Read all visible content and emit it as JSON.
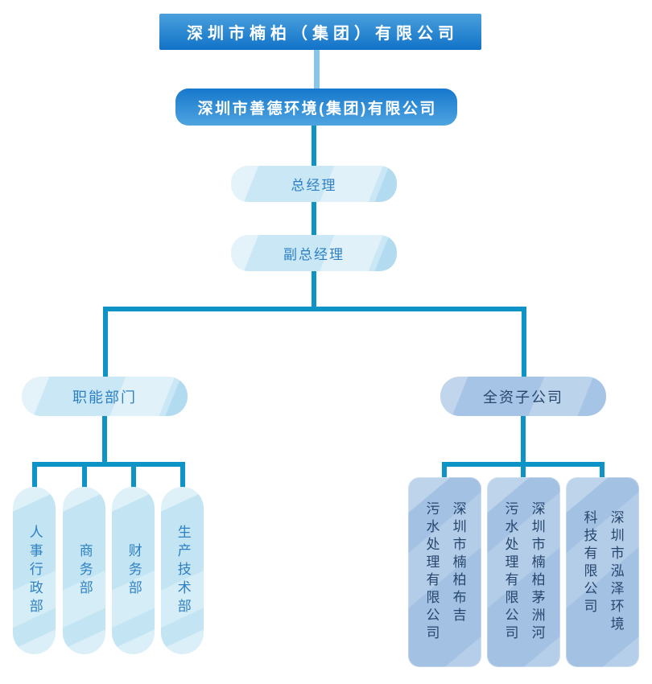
{
  "colors": {
    "connector_teal": "#0E93C7",
    "connector_light": "#85C6E9",
    "root_gradient_top": "#4AA0DC",
    "root_gradient_bottom": "#1172C8",
    "parent_gradient_top": "#1678CC",
    "parent_gradient_bottom": "#4FA4E0",
    "pill_light_fill": "#C9E7F5",
    "pill_light_text": "#2E80C3",
    "pill_dark_fill": "#A6C4E5",
    "pill_dark_text": "#27476F"
  },
  "org_chart": {
    "root_company": "深圳市楠柏（集团）有限公司",
    "parent_company": "深圳市善德环境(集团)有限公司",
    "general_manager": "总经理",
    "deputy_general_manager": "副总经理",
    "functional": {
      "label": "职能部门",
      "departments": [
        "人事行政部",
        "商务部",
        "财务部",
        "生产技术部"
      ]
    },
    "subsidiaries": {
      "label": "全资子公司",
      "companies": [
        "深圳市楠柏布吉\n污水处理有限公司",
        "深圳市楠柏茅洲河\n污水处理有限公司",
        "深圳市泓泽环境\n科技有限公司"
      ]
    }
  }
}
